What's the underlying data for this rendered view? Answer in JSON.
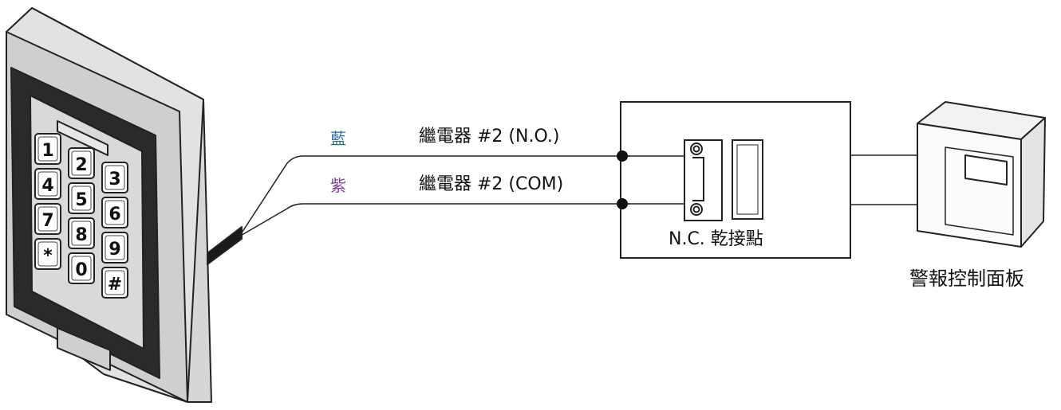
{
  "wires": [
    {
      "color_name": "藍",
      "color": "#2a6bb0",
      "relay_label": "繼電器 #2 (N.O.)"
    },
    {
      "color_name": "紫",
      "color": "#7b3f9e",
      "relay_label": "繼電器 #2 (COM)"
    }
  ],
  "contact_label": "N.C. 乾接點",
  "panel_label": "警報控制面板",
  "keypad": {
    "keys": [
      "1",
      "2",
      "3",
      "4",
      "5",
      "6",
      "7",
      "8",
      "9",
      "*",
      "0",
      "#"
    ]
  }
}
